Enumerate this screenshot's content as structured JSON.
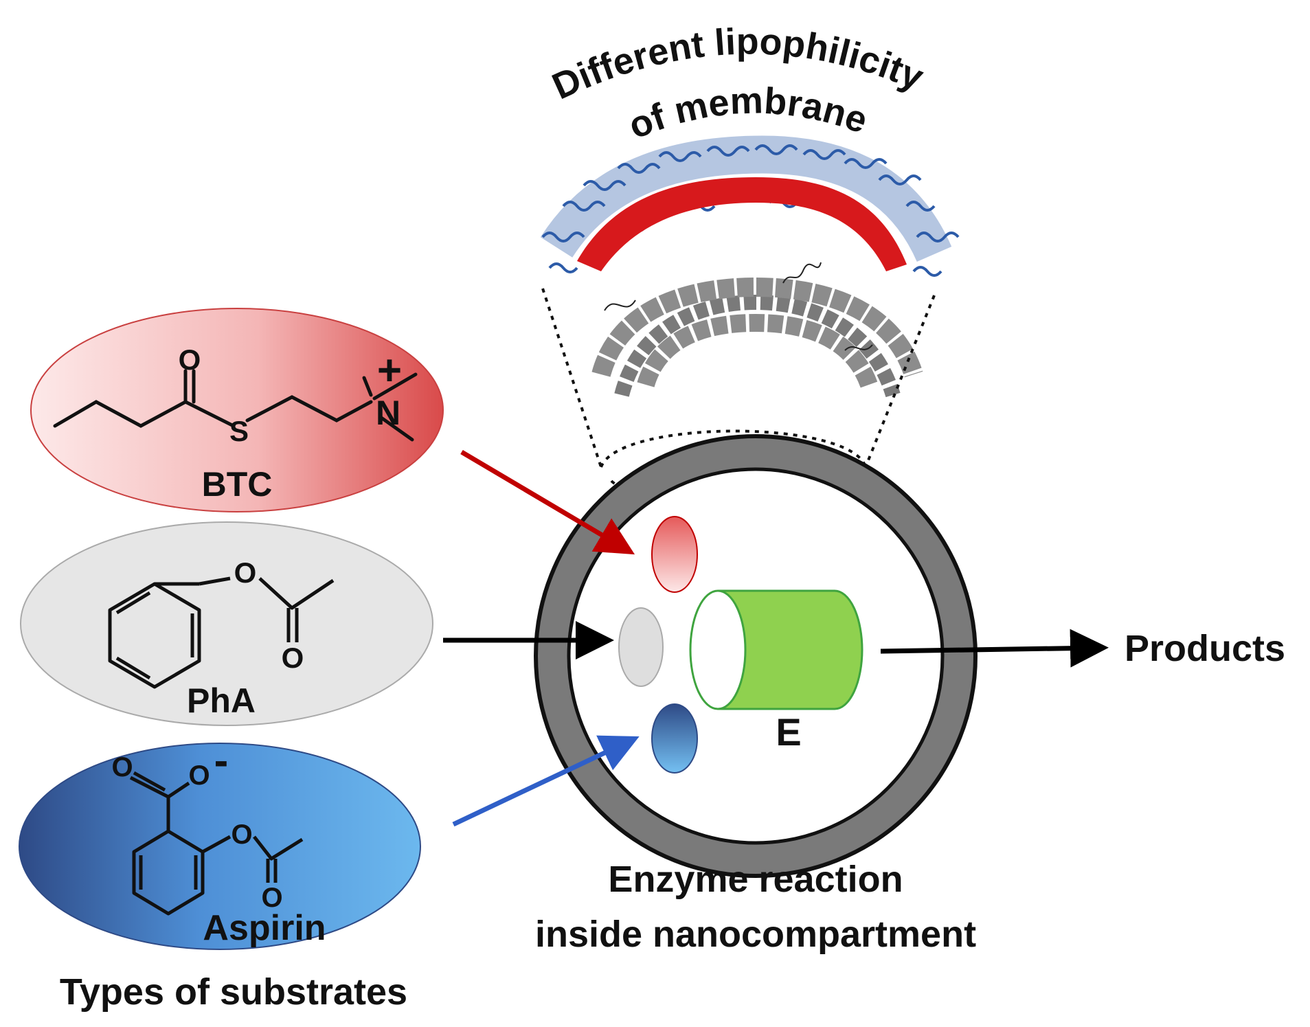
{
  "title_arc": {
    "line1": "Different lipophilicity",
    "line2": "of membrane"
  },
  "substrates": {
    "btc": {
      "label": "BTC",
      "atom_s": "S",
      "atom_n": "N",
      "atom_o": "O",
      "charge": "+",
      "color": "#d94a4a"
    },
    "pha": {
      "label": "PhA",
      "atom_o1": "O",
      "atom_o2": "O",
      "color": "#c8c8c8"
    },
    "aspirin": {
      "label": "Aspirin",
      "atom_o1": "O",
      "atom_o2": "O",
      "atom_o3": "O",
      "atom_o4": "O",
      "charge": "-",
      "color": "#5aa8e6"
    }
  },
  "caption_substrates": "Types of substrates",
  "enzyme": {
    "label": "E",
    "color": "#8fd14f"
  },
  "products_label": "Products",
  "caption_reaction": {
    "line1": "Enzyme reaction",
    "line2": "inside nanocompartment"
  },
  "colors": {
    "membrane_ring": "#7a7a7a",
    "red_layer": "#d7191c",
    "blue_chains": "#2c5ba8",
    "bilayer_heads": "#8c8c8c"
  }
}
